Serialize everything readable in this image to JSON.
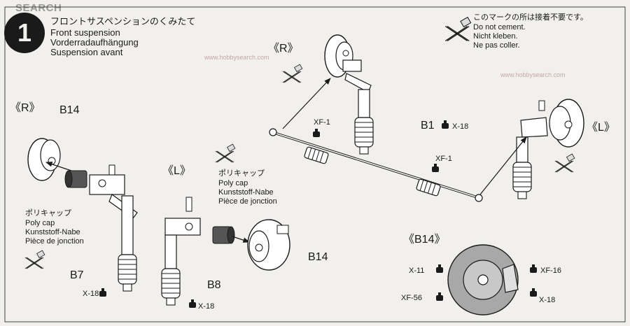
{
  "watermark": {
    "logo": "SEARCH",
    "site": "www.hobbysearch.com"
  },
  "step": {
    "number": "1",
    "title_jp": "フロントサスペンションのくみたて",
    "title_en": "Front suspension",
    "title_de": "Vorderradaufhängung",
    "title_fr": "Suspension avant"
  },
  "note": {
    "jp": "このマークの所は接着不要です。",
    "en": "Do not cement.",
    "de": "Nicht kleben.",
    "fr": "Ne pas coller."
  },
  "labels": {
    "r_top": "《R》",
    "r_left": "《R》",
    "l_mid": "《L》",
    "l_right": "《L》",
    "b14_detail": "《B14》",
    "b14_top": "B14",
    "b14_mid": "B14",
    "b1": "B1",
    "b7": "B7",
    "b8": "B8"
  },
  "polycap": {
    "jp": "ポリキャップ",
    "en": "Poly cap",
    "de": "Kunststoff-Nabe",
    "fr": "Pièce de jonction"
  },
  "screws": {
    "b1": "X-18",
    "xf1_top": "XF-1",
    "xf1_mid": "XF-1",
    "b7": "X-18",
    "b8": "X-18",
    "d_x11": "X-11",
    "d_xf16": "XF-16",
    "d_xf56": "XF-56",
    "d_x18": "X-18"
  },
  "colors": {
    "line": "#1a1a1a",
    "paper": "#f1f0ec",
    "gray": "#9e9e9e",
    "light_gray": "#c8c8c8"
  }
}
